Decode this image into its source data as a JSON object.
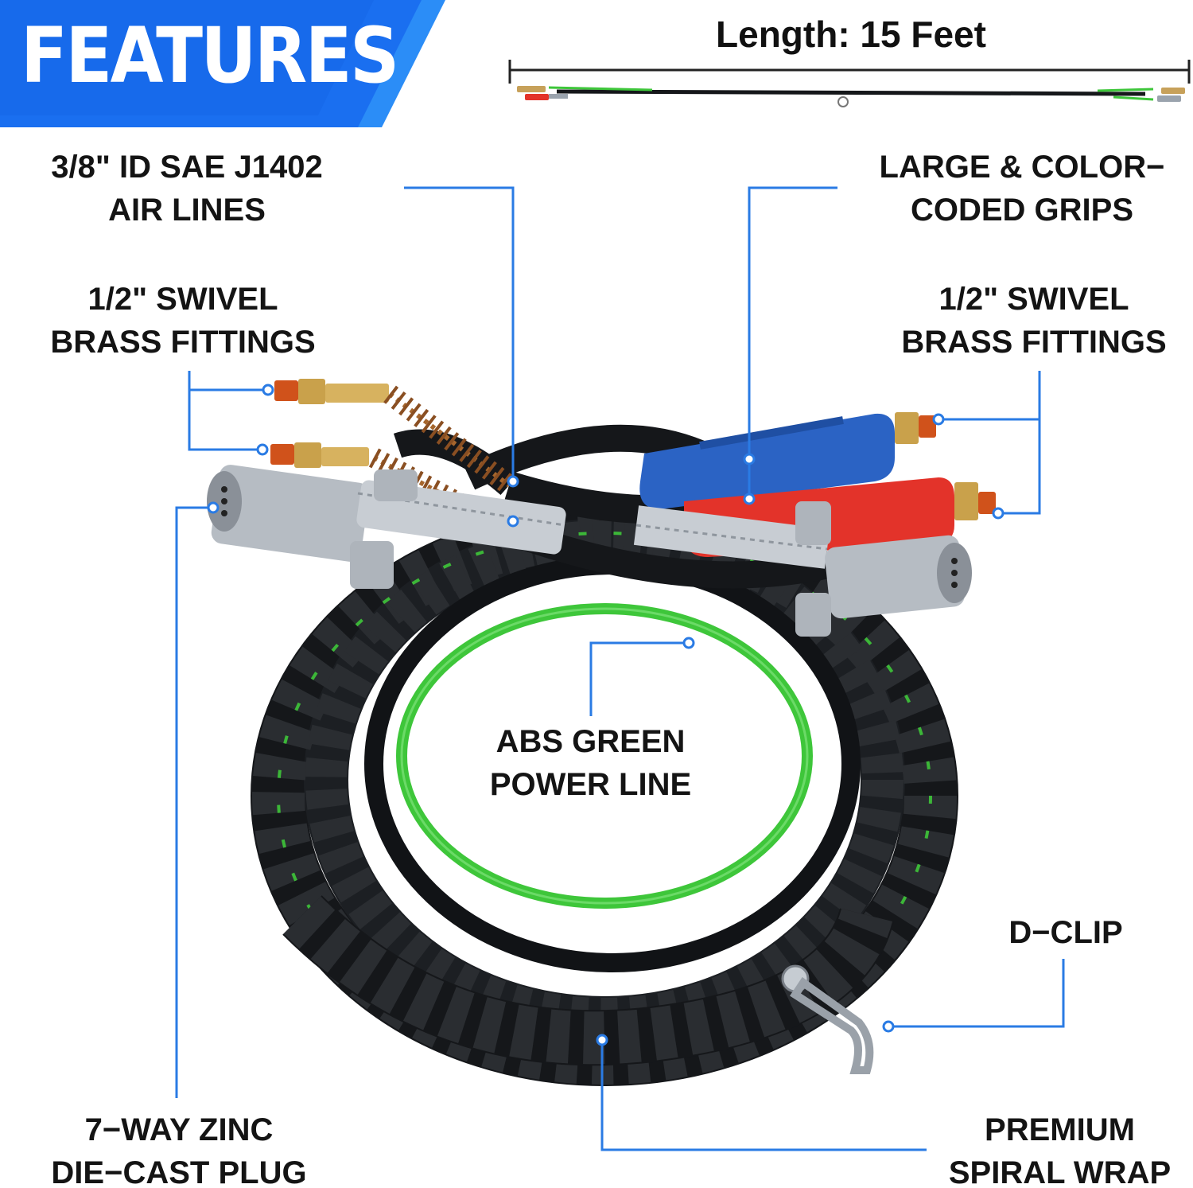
{
  "header": {
    "title": "FEATURES",
    "length_label": "Length: 15 Feet"
  },
  "callouts": {
    "air_lines": {
      "line1": "3/8\" ID SAE J1402",
      "line2": "AIR LINES"
    },
    "grips": {
      "line1": "LARGE & COLOR−",
      "line2": "CODED GRIPS"
    },
    "fittings_left": {
      "line1": "1/2\" SWIVEL",
      "line2": "BRASS FITTINGS"
    },
    "fittings_right": {
      "line1": "1/2\" SWIVEL",
      "line2": "BRASS FITTINGS"
    },
    "power_line": {
      "line1": "ABS GREEN",
      "line2": "POWER LINE"
    },
    "d_clip": {
      "line1": "D−CLIP"
    },
    "plug": {
      "line1": "7−WAY ZINC",
      "line2": "DIE−CAST PLUG"
    },
    "spiral_wrap": {
      "line1": "PREMIUM",
      "line2": "SPIRAL WRAP"
    }
  },
  "colors": {
    "banner_blue": "#1a6ff0",
    "callout_line_blue": "#2a7be4",
    "blue_grip": "#2b63c4",
    "red_grip": "#e3332a",
    "green_line": "#3ec63a",
    "hose_black": "#15171a"
  }
}
